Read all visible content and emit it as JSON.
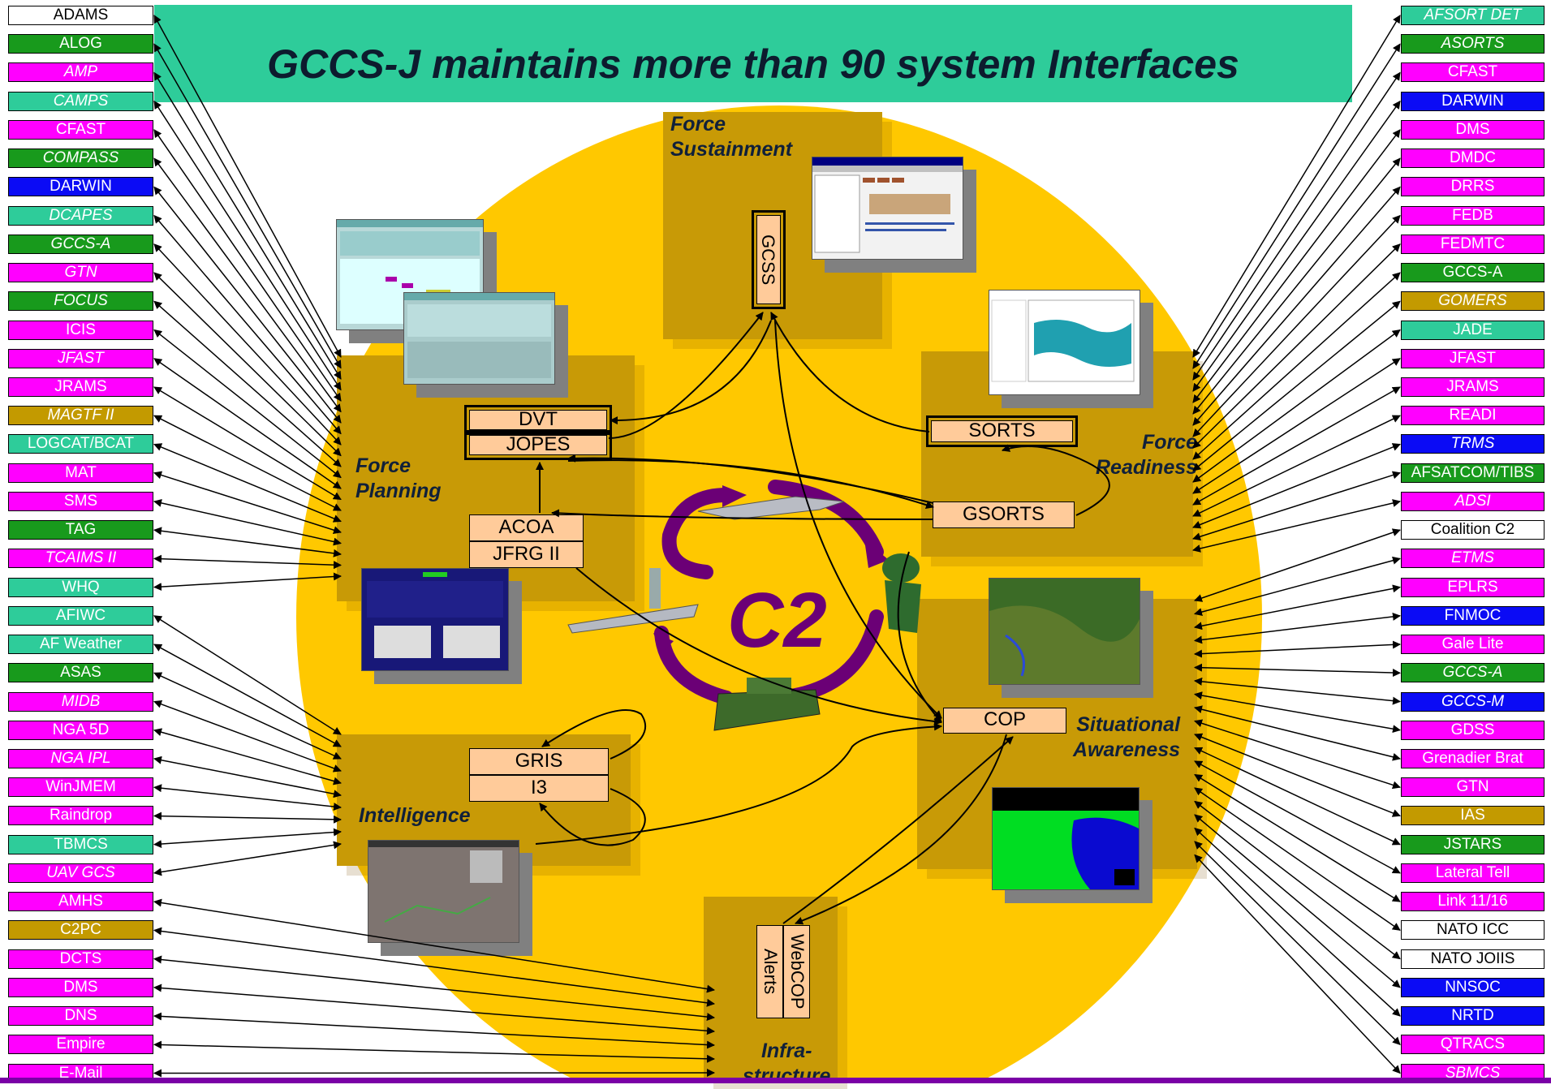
{
  "title": "GCCS-J maintains more than 90 system Interfaces",
  "left_systems": [
    {
      "label": "ADAMS",
      "color": "white",
      "italic": false
    },
    {
      "label": "ALOG",
      "color": "green",
      "italic": false
    },
    {
      "label": "AMP",
      "color": "magenta",
      "italic": true
    },
    {
      "label": "CAMPS",
      "color": "teal",
      "italic": true
    },
    {
      "label": "CFAST",
      "color": "magenta",
      "italic": false
    },
    {
      "label": "COMPASS",
      "color": "green",
      "italic": true
    },
    {
      "label": "DARWIN",
      "color": "blue",
      "italic": false
    },
    {
      "label": "DCAPES",
      "color": "teal",
      "italic": true
    },
    {
      "label": "GCCS-A",
      "color": "green",
      "italic": true
    },
    {
      "label": "GTN",
      "color": "magenta",
      "italic": true
    },
    {
      "label": "FOCUS",
      "color": "green",
      "italic": true
    },
    {
      "label": "ICIS",
      "color": "magenta",
      "italic": false
    },
    {
      "label": "JFAST",
      "color": "magenta",
      "italic": true
    },
    {
      "label": "JRAMS",
      "color": "magenta",
      "italic": false
    },
    {
      "label": "MAGTF II",
      "color": "gold",
      "italic": true
    },
    {
      "label": "LOGCAT/BCAT",
      "color": "teal",
      "italic": false
    },
    {
      "label": "MAT",
      "color": "magenta",
      "italic": false
    },
    {
      "label": "SMS",
      "color": "magenta",
      "italic": false
    },
    {
      "label": "TAG",
      "color": "green",
      "italic": false
    },
    {
      "label": "TCAIMS II",
      "color": "magenta",
      "italic": true
    },
    {
      "label": "WHQ",
      "color": "teal",
      "italic": false
    },
    {
      "label": "AFIWC",
      "color": "teal",
      "italic": false
    },
    {
      "label": "AF Weather",
      "color": "teal",
      "italic": false
    },
    {
      "label": "ASAS",
      "color": "green",
      "italic": false
    },
    {
      "label": "MIDB",
      "color": "magenta",
      "italic": true
    },
    {
      "label": "NGA 5D",
      "color": "magenta",
      "italic": false
    },
    {
      "label": "NGA IPL",
      "color": "magenta",
      "italic": true
    },
    {
      "label": "WinJMEM",
      "color": "magenta",
      "italic": false
    },
    {
      "label": "Raindrop",
      "color": "magenta",
      "italic": false
    },
    {
      "label": "TBMCS",
      "color": "teal",
      "italic": false
    },
    {
      "label": "UAV GCS",
      "color": "magenta",
      "italic": true
    },
    {
      "label": "AMHS",
      "color": "magenta",
      "italic": false
    },
    {
      "label": "C2PC",
      "color": "gold",
      "italic": false
    },
    {
      "label": "DCTS",
      "color": "magenta",
      "italic": false
    },
    {
      "label": "DMS",
      "color": "magenta",
      "italic": false
    },
    {
      "label": "DNS",
      "color": "magenta",
      "italic": false
    },
    {
      "label": "Empire",
      "color": "magenta",
      "italic": false
    },
    {
      "label": "E-Mail",
      "color": "magenta",
      "italic": false
    }
  ],
  "right_systems": [
    {
      "label": "AFSORT DET",
      "color": "teal",
      "italic": true
    },
    {
      "label": "ASORTS",
      "color": "green",
      "italic": true
    },
    {
      "label": "CFAST",
      "color": "magenta",
      "italic": false
    },
    {
      "label": "DARWIN",
      "color": "blue",
      "italic": false
    },
    {
      "label": "DMS",
      "color": "magenta",
      "italic": false
    },
    {
      "label": "DMDC",
      "color": "magenta",
      "italic": false
    },
    {
      "label": "DRRS",
      "color": "magenta",
      "italic": false
    },
    {
      "label": "FEDB",
      "color": "magenta",
      "italic": false
    },
    {
      "label": "FEDMTC",
      "color": "magenta",
      "italic": false
    },
    {
      "label": "GCCS-A",
      "color": "green",
      "italic": false
    },
    {
      "label": "GOMERS",
      "color": "gold",
      "italic": true
    },
    {
      "label": "JADE",
      "color": "teal",
      "italic": false
    },
    {
      "label": "JFAST",
      "color": "magenta",
      "italic": false
    },
    {
      "label": "JRAMS",
      "color": "magenta",
      "italic": false
    },
    {
      "label": "READI",
      "color": "magenta",
      "italic": false
    },
    {
      "label": "TRMS",
      "color": "blue",
      "italic": true
    },
    {
      "label": "AFSATCOM/TIBS",
      "color": "green",
      "italic": false
    },
    {
      "label": "ADSI",
      "color": "magenta",
      "italic": true
    },
    {
      "label": "Coalition C2",
      "color": "white",
      "italic": false
    },
    {
      "label": "ETMS",
      "color": "magenta",
      "italic": true
    },
    {
      "label": "EPLRS",
      "color": "magenta",
      "italic": false
    },
    {
      "label": "FNMOC",
      "color": "blue",
      "italic": false
    },
    {
      "label": "Gale Lite",
      "color": "magenta",
      "italic": false
    },
    {
      "label": "GCCS-A",
      "color": "green",
      "italic": true
    },
    {
      "label": "GCCS-M",
      "color": "blue",
      "italic": true
    },
    {
      "label": "GDSS",
      "color": "magenta",
      "italic": false
    },
    {
      "label": "Grenadier Brat",
      "color": "magenta",
      "italic": false
    },
    {
      "label": "GTN",
      "color": "magenta",
      "italic": false
    },
    {
      "label": "IAS",
      "color": "gold",
      "italic": false
    },
    {
      "label": "JSTARS",
      "color": "green",
      "italic": false
    },
    {
      "label": "Lateral Tell",
      "color": "magenta",
      "italic": false
    },
    {
      "label": "Link 11/16",
      "color": "magenta",
      "italic": false
    },
    {
      "label": "NATO ICC",
      "color": "white",
      "italic": false
    },
    {
      "label": "NATO JOIIS",
      "color": "white",
      "italic": false
    },
    {
      "label": "NNSOC",
      "color": "blue",
      "italic": false
    },
    {
      "label": "NRTD",
      "color": "blue",
      "italic": false
    },
    {
      "label": "QTRACS",
      "color": "magenta",
      "italic": false
    },
    {
      "label": "SBMCS",
      "color": "magenta",
      "italic": true
    }
  ],
  "regions": {
    "force_sustainment": "Force\nSustainment",
    "force_planning": "Force\nPlanning",
    "force_readiness": "Force\nReadiness",
    "situational_awareness": "Situational\nAwareness",
    "intelligence": "Intelligence",
    "infrastructure": "Infra-\nstructure"
  },
  "nodes": {
    "gcss": "GCSS",
    "dvt": "DVT",
    "jopes": "JOPES",
    "acoa": "ACOA",
    "jfrg": "JFRG II",
    "sorts": "SORTS",
    "gsorts": "GSORTS",
    "cop": "COP",
    "gris": "GRIS",
    "i3": "I3",
    "webcop": "WebCOP",
    "alerts": "Alerts"
  },
  "center_label": "C2",
  "colors": {
    "white": "#ffffff",
    "green": "#189a1c",
    "magenta": "#ff00ff",
    "teal": "#2ecc9a",
    "blue": "#0b0bf5",
    "gold": "#c39a00",
    "circle": "#ffc800",
    "region": "#c89a06",
    "arrow_purple": "#6b0076"
  }
}
